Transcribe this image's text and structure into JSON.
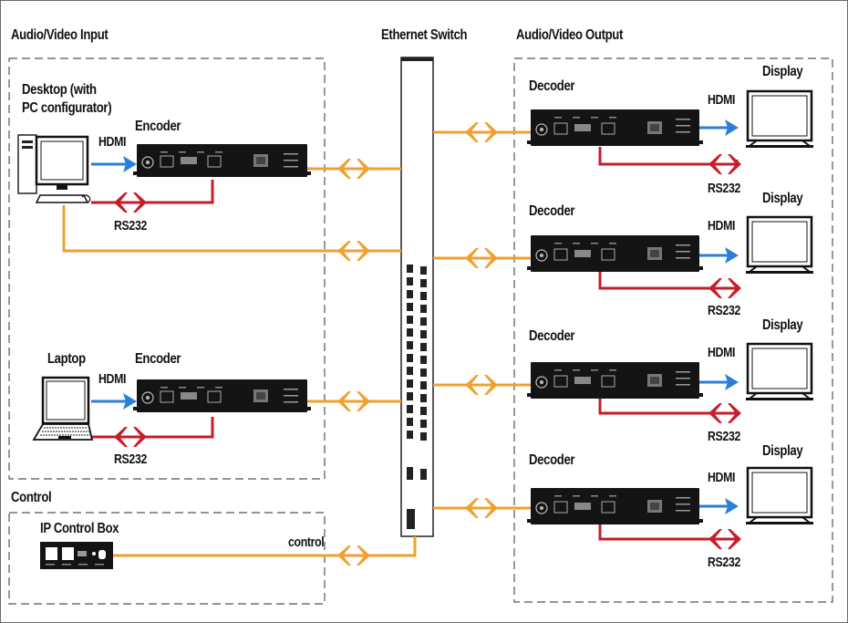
{
  "sections": {
    "av_input": "Audio/Video Input",
    "ethernet_switch": "Ethernet Switch",
    "av_output": "Audio/Video Output",
    "control": "Control"
  },
  "input": {
    "desktop_label_line1": "Desktop (with",
    "desktop_label_line2": "PC configurator)",
    "laptop_label": "Laptop",
    "encoder_label": "Encoder",
    "hdmi": "HDMI",
    "rs232": "RS232"
  },
  "output": {
    "decoder_label": "Decoder",
    "display_label": "Display",
    "hdmi": "HDMI",
    "rs232": "RS232"
  },
  "control_box": {
    "label": "IP Control Box",
    "link_label": "control"
  },
  "colors": {
    "ethernet": "#f0a030",
    "hdmi": "#2a7fd6",
    "rs232": "#c41e2a",
    "device": "#141414",
    "dashed_border": "#555555"
  }
}
